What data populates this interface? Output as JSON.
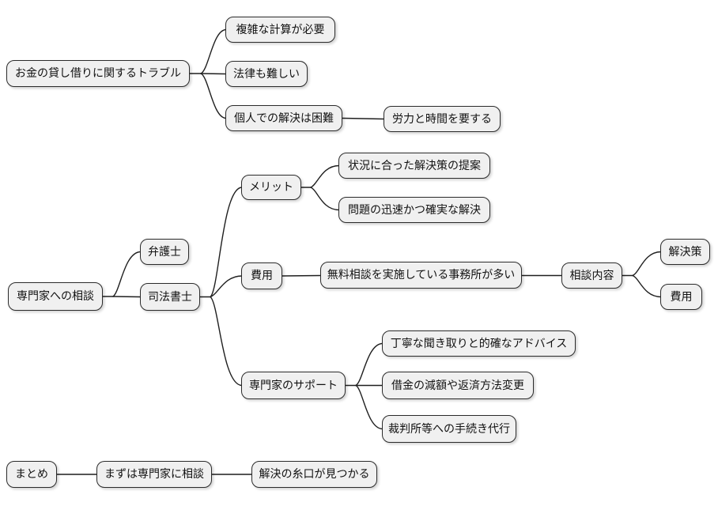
{
  "colors": {
    "background": "#ffffff",
    "node-fill": "#f0f0f0",
    "node-border": "#2b2b2b",
    "edge": "#1f1f1f",
    "text": "#111111"
  },
  "diagram": {
    "type": "mindmap-flowchart",
    "nodes": {
      "trouble": {
        "label": "お金の貸し借りに関するトラブル"
      },
      "fukuzatsu": {
        "label": "複雑な計算が必要"
      },
      "houritsu": {
        "label": "法律も難しい"
      },
      "kojin": {
        "label": "個人での解決は困難"
      },
      "rouryoku": {
        "label": "労力と時間を要する"
      },
      "soudan": {
        "label": "専門家への相談"
      },
      "bengoshi": {
        "label": "弁護士"
      },
      "shihou": {
        "label": "司法書士"
      },
      "merit": {
        "label": "メリット"
      },
      "joukyou": {
        "label": "状況に合った解決策の提案"
      },
      "mondai": {
        "label": "問題の迅速かつ確実な解決"
      },
      "hiyou": {
        "label": "費用"
      },
      "muryou": {
        "label": "無料相談を実施している事務所が多い"
      },
      "naiyou": {
        "label": "相談内容"
      },
      "kaiketsusaku": {
        "label": "解決策"
      },
      "hiyou_right": {
        "label": "費用"
      },
      "support": {
        "label": "専門家のサポート"
      },
      "teinei": {
        "label": "丁寧な聞き取りと的確なアドバイス"
      },
      "shakkin": {
        "label": "借金の減額や返済方法変更"
      },
      "saiban": {
        "label": "裁判所等への手続き代行"
      },
      "matome": {
        "label": "まとめ"
      },
      "mazuha": {
        "label": "まずは専門家に相談"
      },
      "itoguchi": {
        "label": "解決の糸口が見つかる"
      }
    },
    "connections": [
      {
        "from": "trouble",
        "to": "fukuzatsu"
      },
      {
        "from": "trouble",
        "to": "houritsu"
      },
      {
        "from": "trouble",
        "to": "kojin"
      },
      {
        "from": "kojin",
        "to": "rouryoku"
      },
      {
        "from": "soudan",
        "to": "bengoshi"
      },
      {
        "from": "soudan",
        "to": "shihou"
      },
      {
        "from": "shihou",
        "to": "merit"
      },
      {
        "from": "shihou",
        "to": "hiyou"
      },
      {
        "from": "shihou",
        "to": "support"
      },
      {
        "from": "merit",
        "to": "joukyou"
      },
      {
        "from": "merit",
        "to": "mondai"
      },
      {
        "from": "hiyou",
        "to": "muryou"
      },
      {
        "from": "muryou",
        "to": "naiyou"
      },
      {
        "from": "naiyou",
        "to": "kaiketsusaku"
      },
      {
        "from": "naiyou",
        "to": "hiyou_right"
      },
      {
        "from": "support",
        "to": "teinei"
      },
      {
        "from": "support",
        "to": "shakkin"
      },
      {
        "from": "support",
        "to": "saiban"
      },
      {
        "from": "matome",
        "to": "mazuha"
      },
      {
        "from": "mazuha",
        "to": "itoguchi"
      }
    ]
  }
}
